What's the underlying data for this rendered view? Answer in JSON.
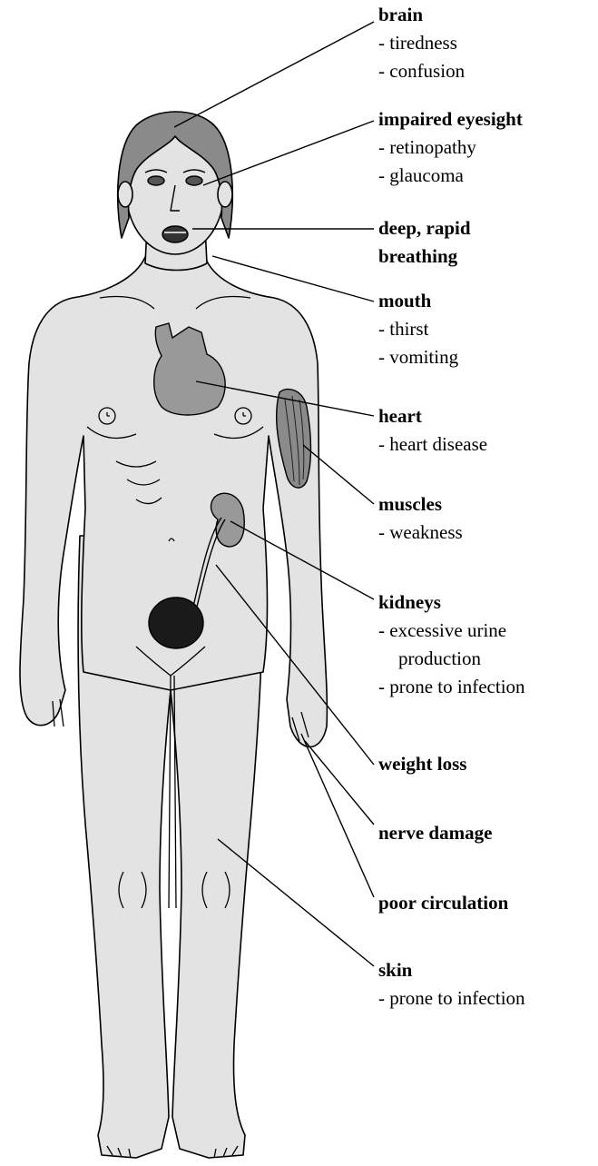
{
  "callouts": {
    "brain": {
      "heading": "brain",
      "details": [
        "- tiredness",
        "- confusion"
      ]
    },
    "eyesight": {
      "heading": "impaired eyesight",
      "details": [
        "- retinopathy",
        "- glaucoma"
      ]
    },
    "breathing": {
      "heading_lines": [
        "deep, rapid",
        "breathing"
      ]
    },
    "mouth": {
      "heading": "mouth",
      "details": [
        "- thirst",
        "- vomiting"
      ]
    },
    "heart": {
      "heading": "heart",
      "details": [
        "- heart disease"
      ]
    },
    "muscles": {
      "heading": "muscles",
      "details": [
        "- weakness"
      ]
    },
    "kidneys": {
      "heading": "kidneys",
      "details": [
        "- excessive urine",
        "production",
        "- prone to infection"
      ]
    },
    "weight_loss": {
      "heading": "weight loss"
    },
    "nerve": {
      "heading": "nerve damage"
    },
    "circulation": {
      "heading": "poor circulation"
    },
    "skin": {
      "heading": "skin",
      "details": [
        "- prone to infection"
      ]
    }
  },
  "colors": {
    "body_fill": "#e3e3e3",
    "hair_fill": "#8a8a8a",
    "organ_fill": "#999999",
    "bladder_fill": "#1a1a1a",
    "outline": "#000000"
  }
}
